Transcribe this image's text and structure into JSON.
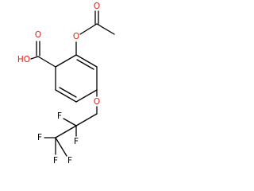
{
  "atom_colors": {
    "carbon": "#000000",
    "oxygen": "#e8190f",
    "fluorine": "#000000"
  },
  "labels": {
    "hydroxyl_h": "HO",
    "acid_carbonyl_o": "O",
    "ester_carbonyl_o": "O",
    "ester_bridge_o": "O",
    "ether_o": "O",
    "fluorine_1": "F",
    "fluorine_2": "F",
    "fluorine_3": "F",
    "fluorine_4": "F",
    "fluorine_5": "F"
  }
}
